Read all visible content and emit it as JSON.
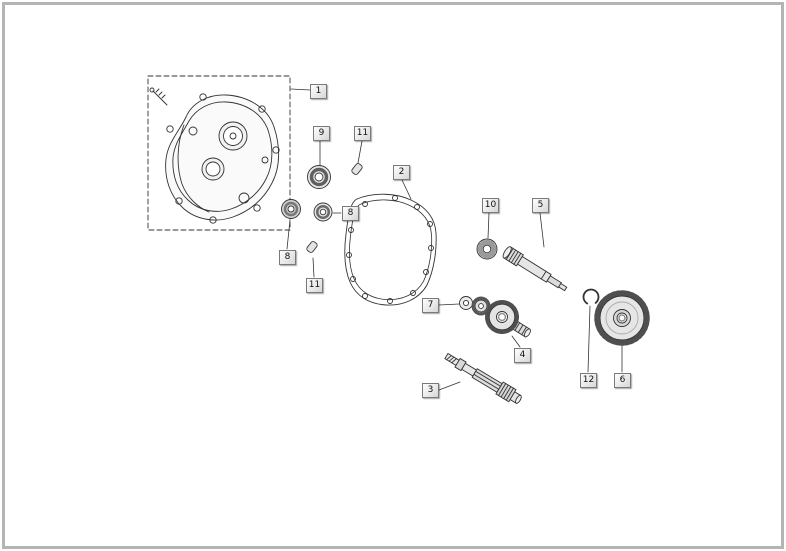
{
  "page": {
    "background": "#ffffff",
    "frame_color": "#b4b4b4"
  },
  "diagram": {
    "line_color": "#333333",
    "callouts": [
      {
        "label": "1",
        "part": "transmission-cover"
      },
      {
        "label": "9",
        "part": "bearing-large"
      },
      {
        "label": "11",
        "part": "dowel-pin-upper"
      },
      {
        "label": "2",
        "part": "gasket"
      },
      {
        "label": "8",
        "part": "bearing-small"
      },
      {
        "label": "8",
        "part": "oil-seal"
      },
      {
        "label": "11",
        "part": "dowel-pin-lower"
      },
      {
        "label": "10",
        "part": "roller-cage-washer"
      },
      {
        "label": "5",
        "part": "driven-shaft"
      },
      {
        "label": "7",
        "part": "spacer-washer"
      },
      {
        "label": "4",
        "part": "gear-pinion-assembly"
      },
      {
        "label": "12",
        "part": "circlip"
      },
      {
        "label": "6",
        "part": "final-gear-wheel"
      },
      {
        "label": "3",
        "part": "input-shaft"
      }
    ]
  }
}
